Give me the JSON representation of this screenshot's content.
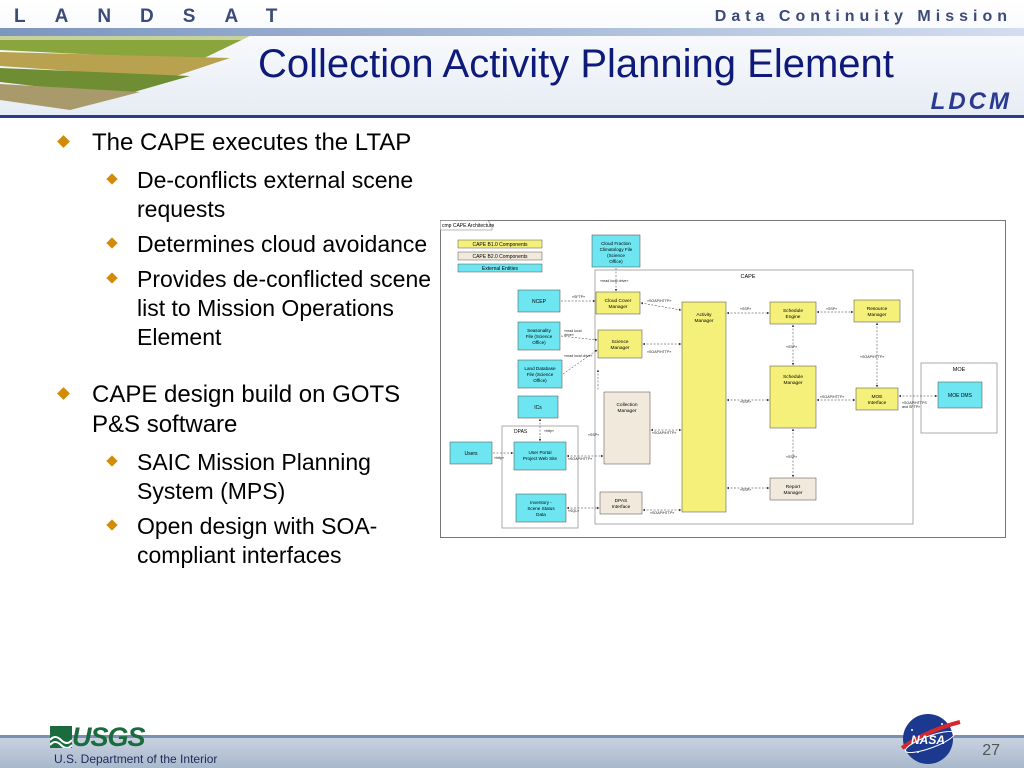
{
  "header": {
    "brand": "LANDSAT",
    "mission": "Data Continuity Mission",
    "title": "Collection Activity Planning Element",
    "logo": "LDCM"
  },
  "bullets": [
    {
      "text": "The CAPE executes the LTAP",
      "level": 1
    },
    {
      "text": "De-conflicts external scene requests",
      "level": 2
    },
    {
      "text": "Determines cloud avoidance",
      "level": 2
    },
    {
      "text": "Provides de-conflicted scene list to Mission Operations Element",
      "level": 2
    },
    {
      "text": "CAPE design build on GOTS P&S software",
      "level": 1
    },
    {
      "text": "SAIC Mission Planning System (MPS)",
      "level": 2
    },
    {
      "text": "Open design with SOA-compliant interfaces",
      "level": 2
    }
  ],
  "diagram": {
    "title": "cmp CAPE Architecture",
    "legend": [
      "CAPE B1.0 Components",
      "CAPE B2.0 Components",
      "External Entities"
    ],
    "groups": {
      "cape": "CAPE",
      "moe": "MOE",
      "dpas": "DPAS"
    },
    "components": {
      "cloud_fraction": "Cloud Fraction Climatology File (Science Office)",
      "ncep": "NCEP",
      "seasonality": "Seasonality File (Science Office)",
      "land_db": "Land Database File (Science Office)",
      "ics": "ICs",
      "users": "Users",
      "user_portal": "User Portal Project Web Site",
      "inventory": "Inventory - Scene Status Data",
      "cloud_cover": "Cloud Cover Manager",
      "science": "Science Manager",
      "collection": "Collection Manager",
      "dpas_if": "DPAS Interface",
      "activity": "Activity Manager",
      "schedule_engine": "Schedule Engine",
      "schedule_mgr": "Schedule Manager",
      "report": "Report Manager",
      "resource": "Resource Manager",
      "moe_if": "MOE Interface",
      "moe_dms": "MOE DMS"
    },
    "connectors": {
      "read_local": "«read local drive»",
      "sftp": "«SFTP»",
      "soap": "«SOAP/HTTP»",
      "ssp": "«SSP»",
      "soap_sftp": "«SOAP/HTTPS and SFTP»"
    },
    "colors": {
      "b1": "#f4f07a",
      "b2": "#f1e9dc",
      "ext": "#6ee6f2"
    }
  },
  "footer": {
    "agency": "USGS",
    "department": "U.S. Department of the Interior",
    "page": "27",
    "nasa": "NASA"
  },
  "colors": {
    "title": "#0e1a7a",
    "bullet": "#d28b08",
    "header_text": "#3c4a78"
  }
}
